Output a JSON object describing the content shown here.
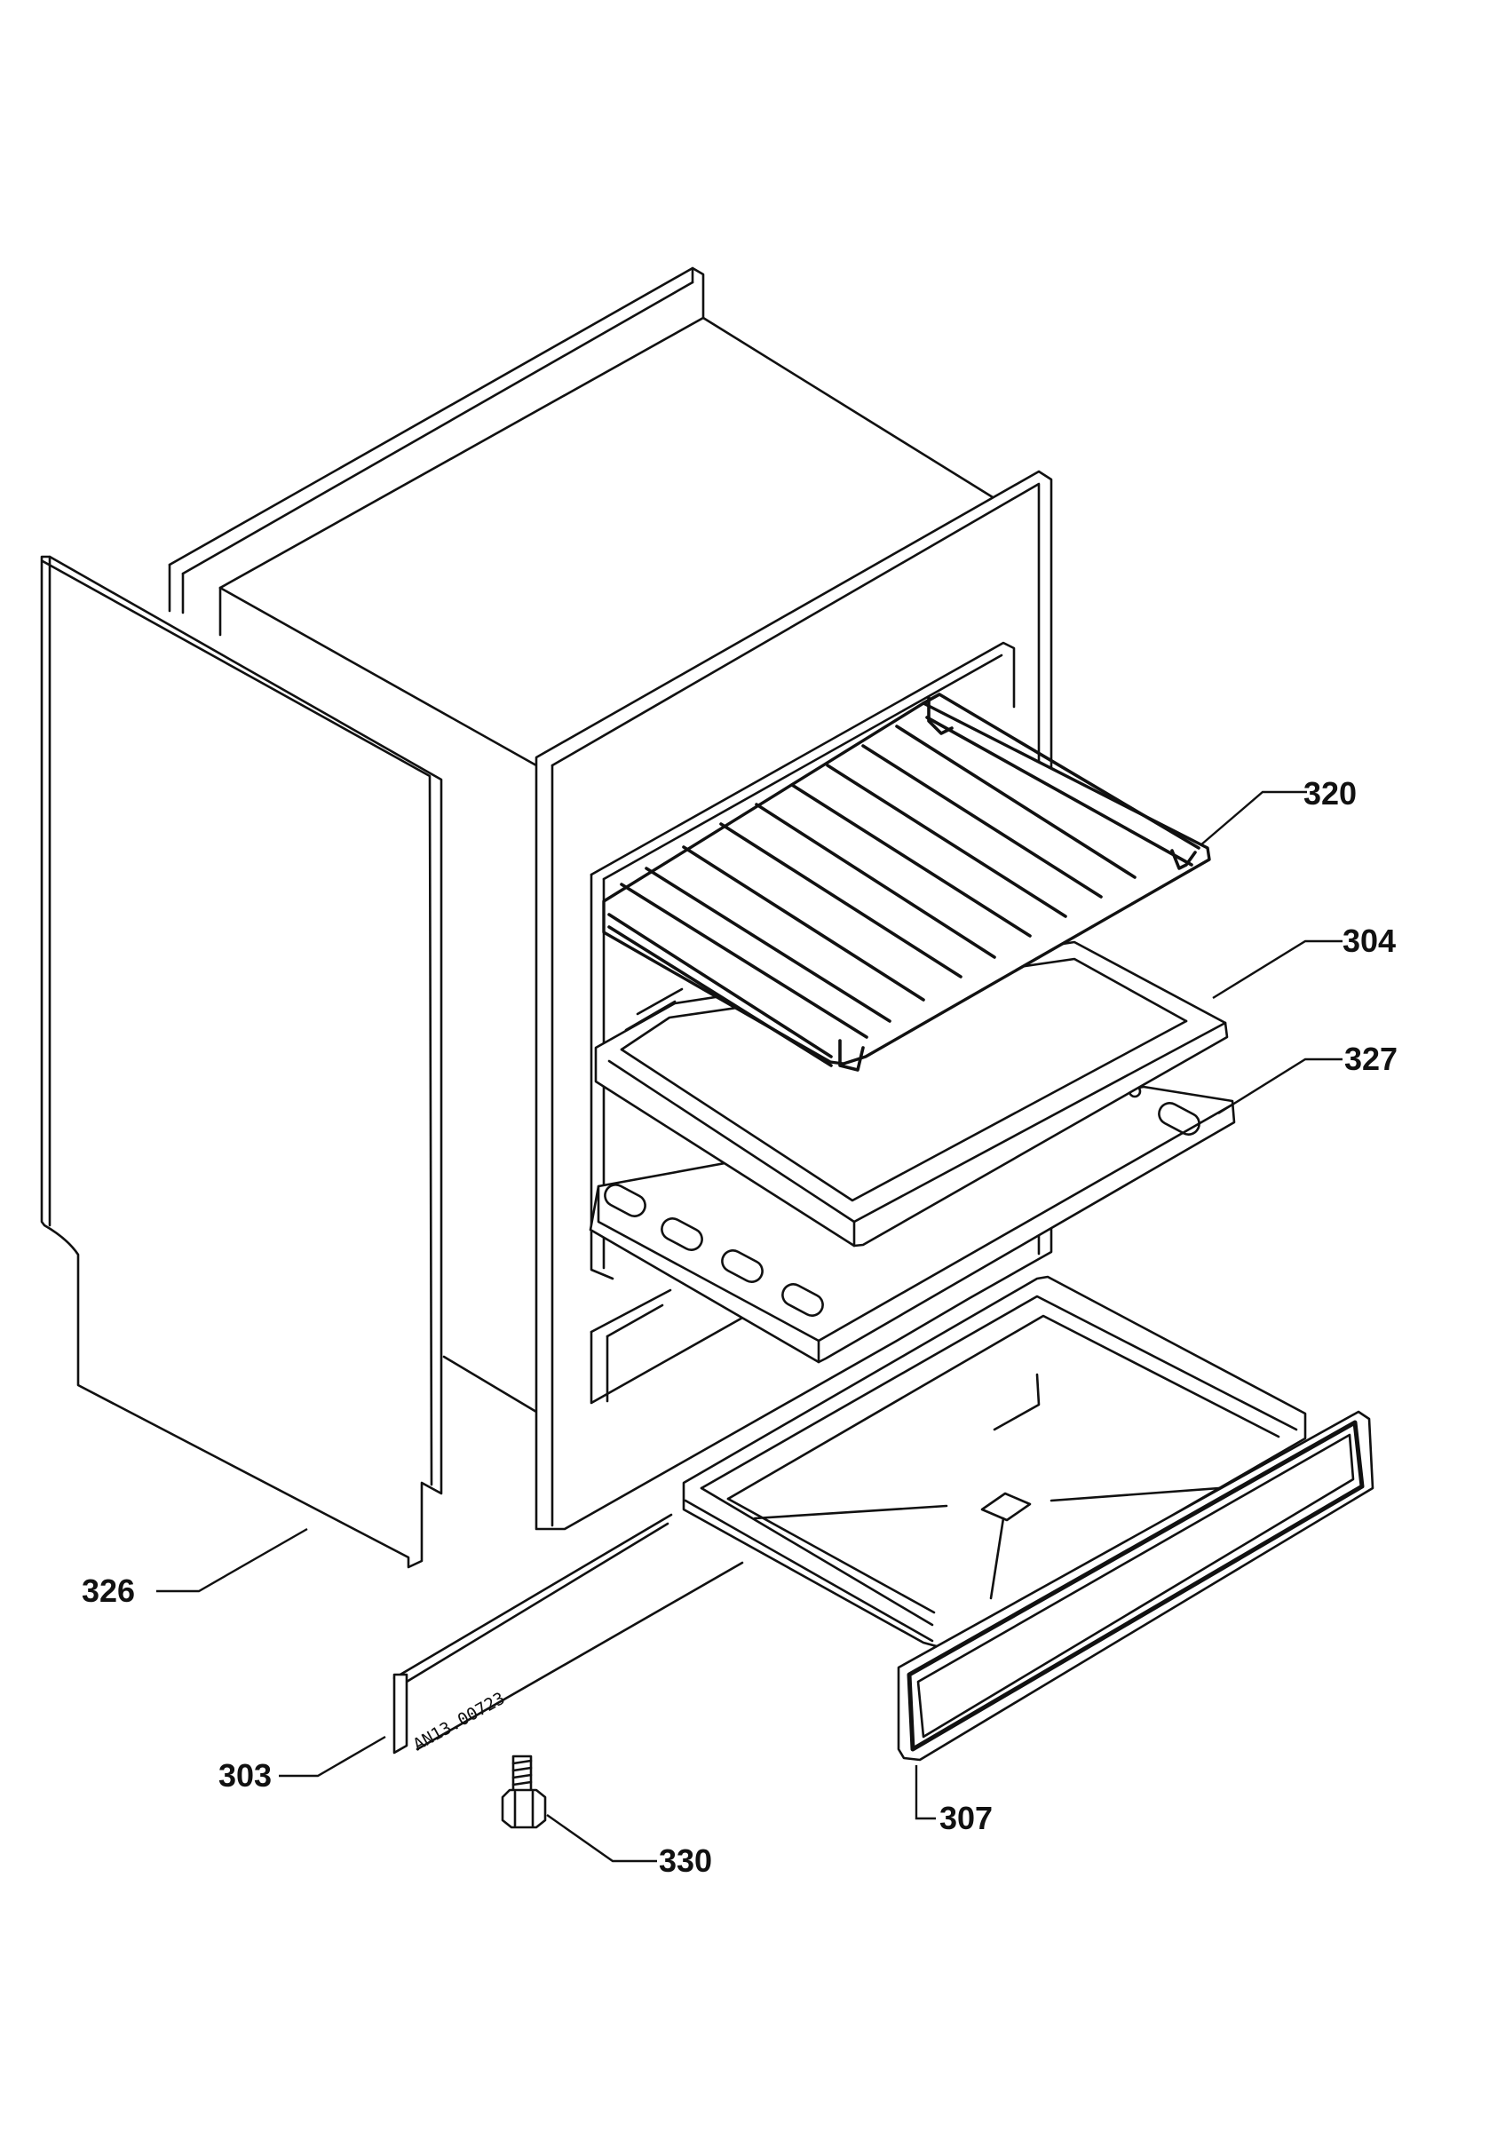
{
  "callouts": [
    {
      "id": "p320",
      "label": "320"
    },
    {
      "id": "p304",
      "label": "304"
    },
    {
      "id": "p327",
      "label": "327"
    },
    {
      "id": "p326",
      "label": "326"
    },
    {
      "id": "p303",
      "label": "303"
    },
    {
      "id": "p330",
      "label": "330"
    },
    {
      "id": "p307",
      "label": "307"
    }
  ],
  "stamp_text": "AN13.00723"
}
